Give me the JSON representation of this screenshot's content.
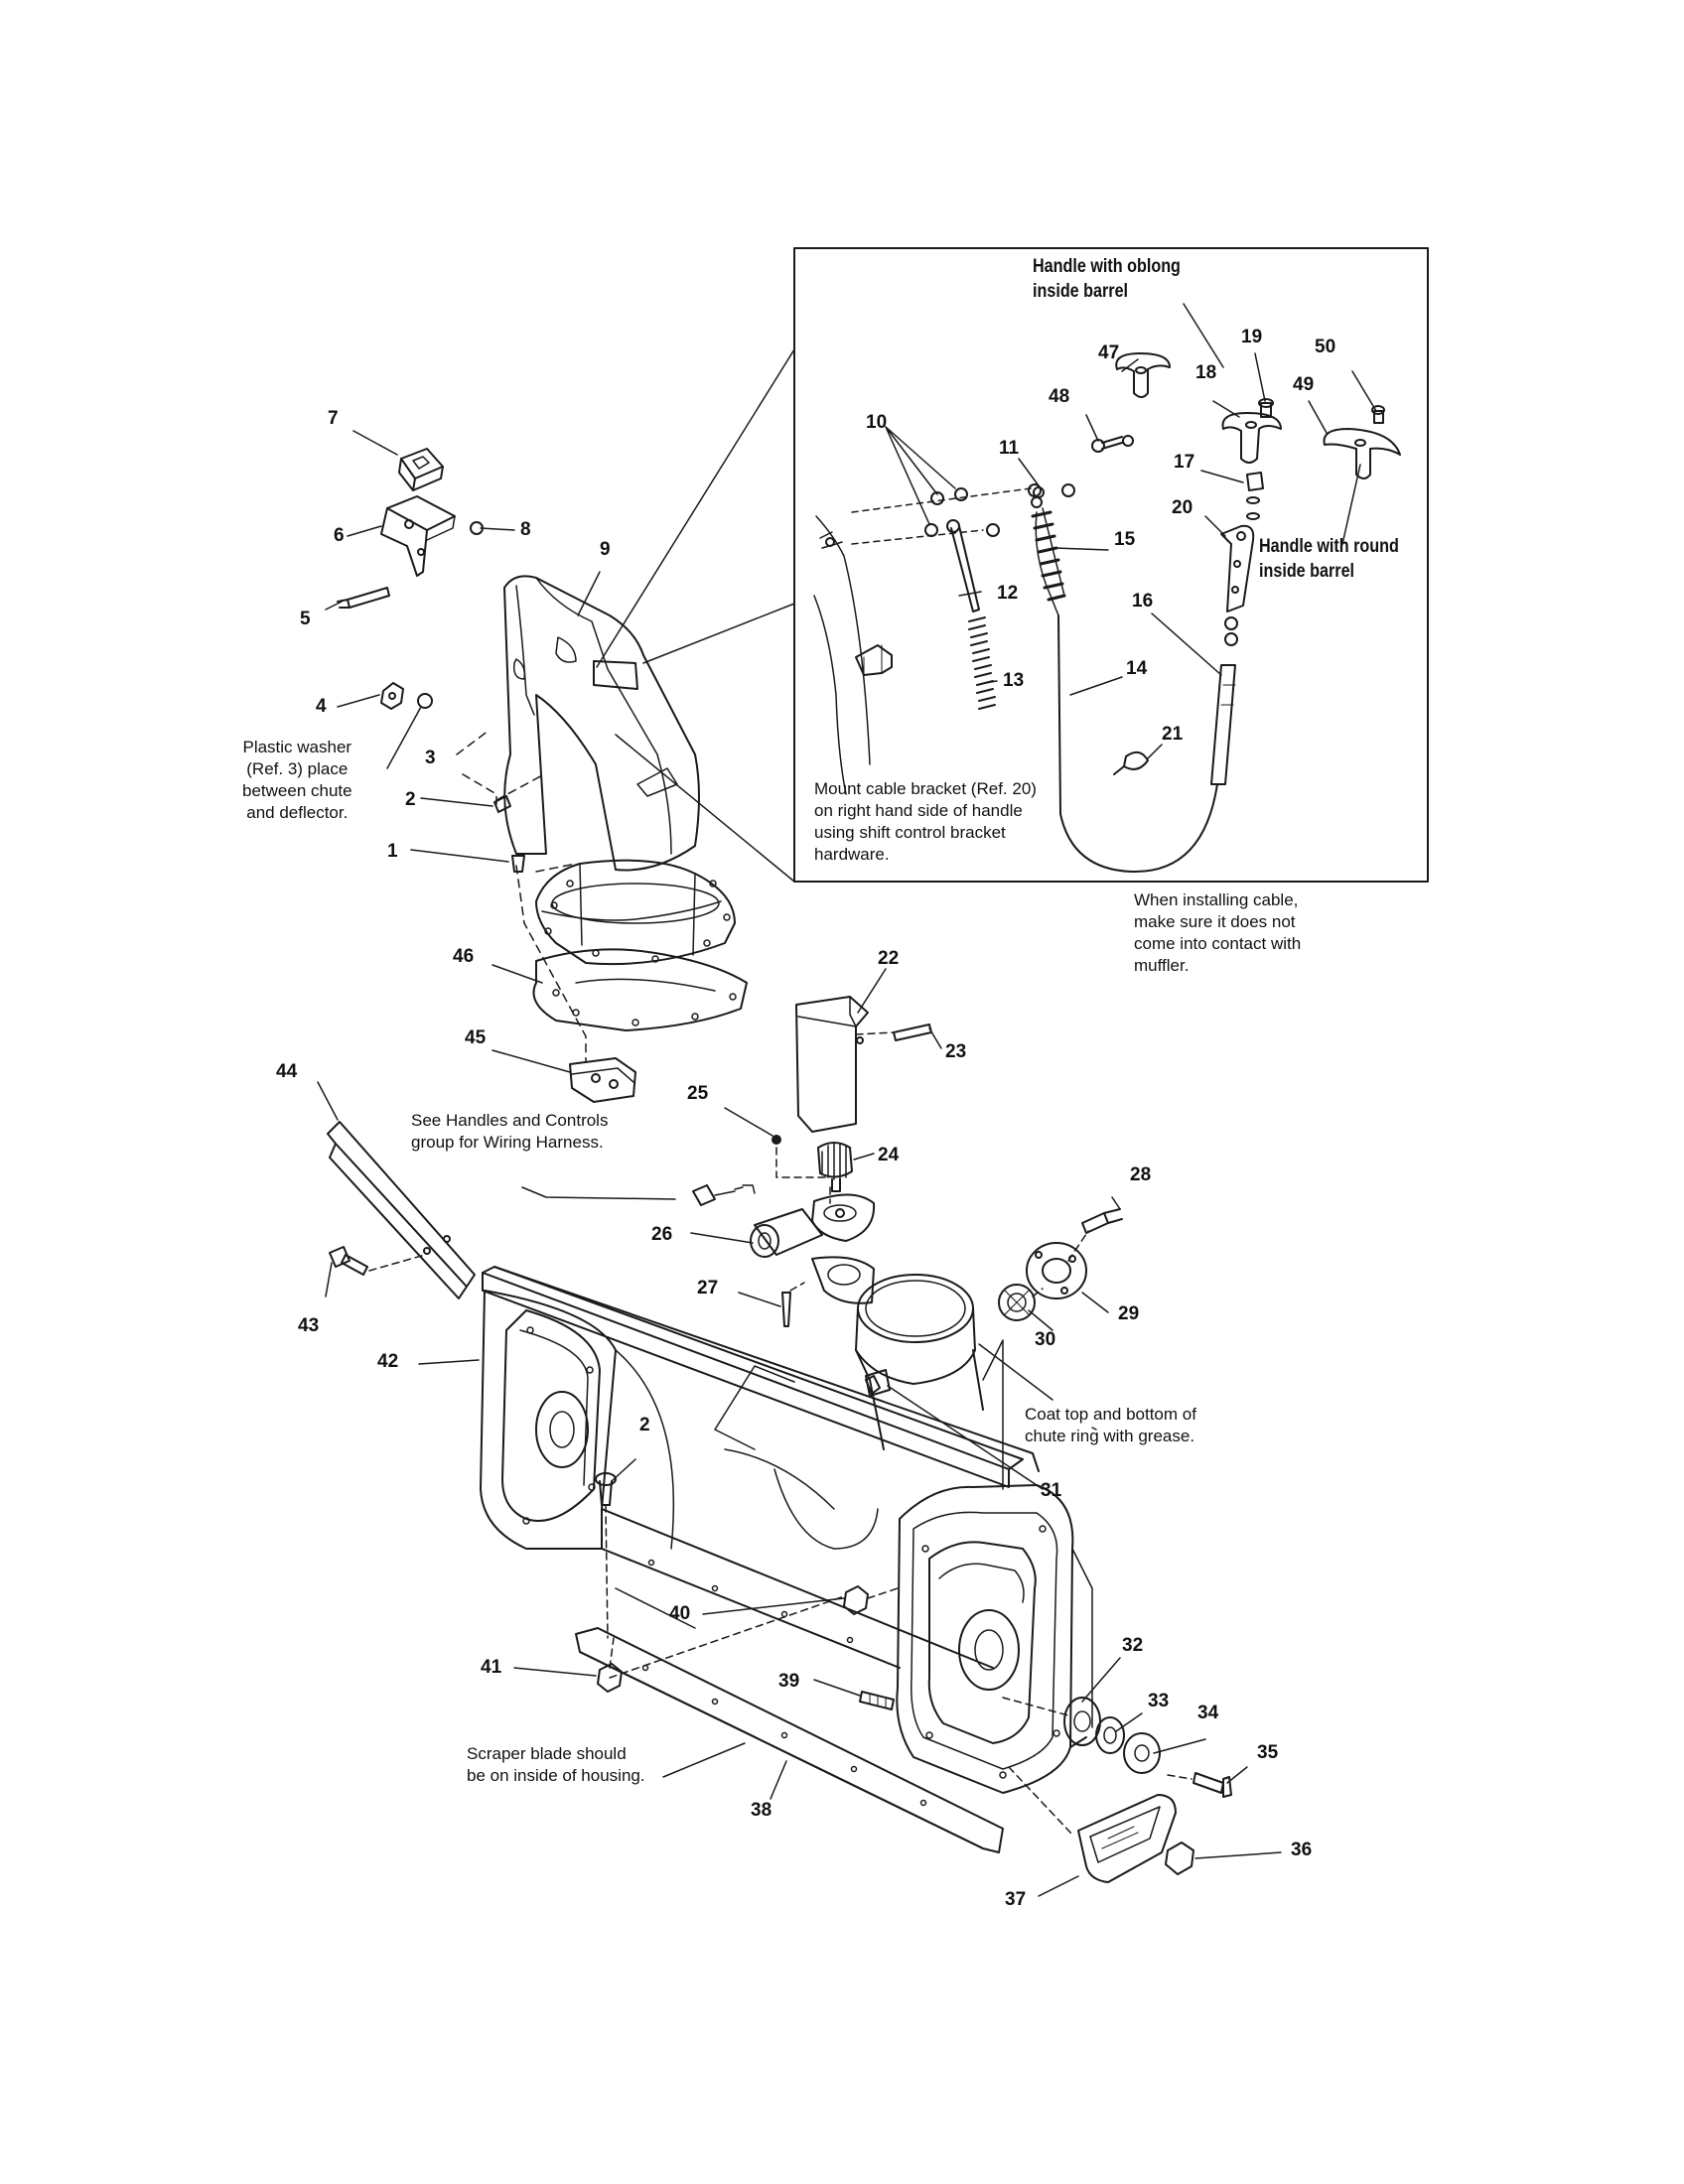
{
  "diagram": {
    "colors": {
      "ink": "#1a1a1a",
      "paper": "#ffffff"
    },
    "callouts": {
      "c1": "1",
      "c2a": "2",
      "c2b": "2",
      "c3": "3",
      "c4": "4",
      "c5": "5",
      "c6": "6",
      "c7": "7",
      "c8": "8",
      "c9": "9",
      "c10": "10",
      "c11": "11",
      "c12": "12",
      "c13": "13",
      "c14": "14",
      "c15": "15",
      "c16": "16",
      "c17": "17",
      "c18": "18",
      "c19": "19",
      "c20": "20",
      "c21": "21",
      "c22": "22",
      "c23": "23",
      "c24": "24",
      "c25": "25",
      "c26": "26",
      "c27": "27",
      "c28": "28",
      "c29": "29",
      "c30": "30",
      "c31": "31",
      "c32": "32",
      "c33": "33",
      "c34": "34",
      "c35": "35",
      "c36": "36",
      "c37": "37",
      "c38": "38",
      "c39": "39",
      "c40": "40",
      "c41": "41",
      "c42": "42",
      "c43": "43",
      "c44": "44",
      "c45": "45",
      "c46": "46",
      "c47": "47",
      "c48": "48",
      "c49": "49",
      "c50": "50"
    },
    "notes": {
      "plastic_washer": [
        "Plastic washer",
        "(Ref. 3) place",
        "between chute",
        "and deflector."
      ],
      "mount_bracket": [
        "Mount cable bracket (Ref. 20)",
        "on right hand side of handle",
        "using shift control bracket",
        "hardware."
      ],
      "installing_cable": [
        "When installing cable,",
        "make sure it does not",
        "come into contact with",
        "muffler."
      ],
      "wiring_harness": [
        "See Handles and Controls",
        "group for Wiring Harness."
      ],
      "coat_grease": [
        "Coat top and bottom of",
        "chute ring with grease."
      ],
      "scraper_blade": [
        "Scraper blade should",
        "be on inside of housing."
      ],
      "handle_oblong": [
        "Handle with oblong",
        "inside barrel"
      ],
      "handle_round": [
        "Handle with round",
        "inside barrel"
      ]
    }
  }
}
